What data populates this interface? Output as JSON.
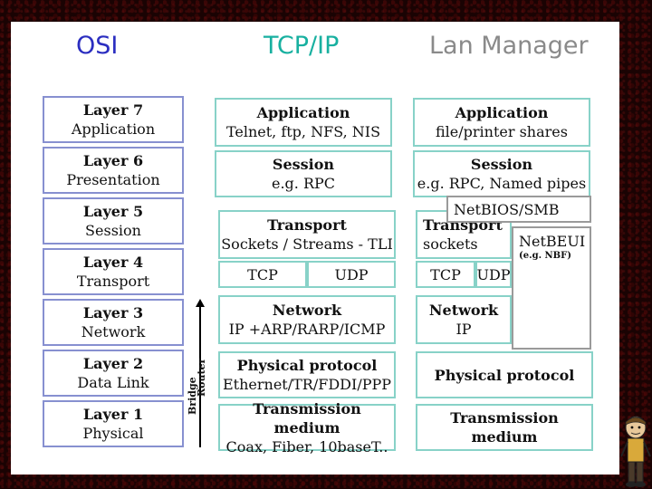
{
  "headers": {
    "osi": "OSI",
    "tcpip": "TCP/IP",
    "lanman": "Lan Manager"
  },
  "osi_layers": [
    {
      "name": "Layer 7",
      "desc": "Application"
    },
    {
      "name": "Layer 6",
      "desc": "Presentation"
    },
    {
      "name": "Layer 5",
      "desc": "Session"
    },
    {
      "name": "Layer 4",
      "desc": "Transport"
    },
    {
      "name": "Layer 3",
      "desc": "Network"
    },
    {
      "name": "Layer 2",
      "desc": "Data Link"
    },
    {
      "name": "Layer 1",
      "desc": "Physical"
    }
  ],
  "tcpip": {
    "application": {
      "title": "Application",
      "detail": "Telnet, ftp, NFS, NIS"
    },
    "session": {
      "title": "Session",
      "detail": "e.g. RPC"
    },
    "transport": {
      "title": "Transport",
      "detail": "Sockets / Streams - TLI"
    },
    "tcp": "TCP",
    "udp": "UDP",
    "network": {
      "title": "Network",
      "detail": "IP +ARP/RARP/ICMP"
    },
    "physical": {
      "title": "Physical protocol",
      "detail": "Ethernet/TR/FDDI/PPP"
    },
    "medium": {
      "title": "Transmission medium",
      "detail": "Coax, Fiber, 10baseT.."
    }
  },
  "lanman": {
    "application": {
      "title": "Application",
      "detail": "file/printer shares"
    },
    "session": {
      "title": "Session",
      "detail": "e.g. RPC, Named pipes"
    },
    "netbios": "NetBIOS/SMB",
    "transport": {
      "title": "Transport",
      "detail": "sockets"
    },
    "netbeui": {
      "title": "NetBEUI",
      "detail": "(e.g. NBF)"
    },
    "tcp": "TCP",
    "udp": "UDP",
    "network": {
      "title": "Network",
      "detail": "IP"
    },
    "physical": {
      "title": "Physical protocol"
    },
    "medium": {
      "title": "Transmission medium"
    }
  },
  "devices": {
    "bridge": "Bridge",
    "router": "Router"
  }
}
